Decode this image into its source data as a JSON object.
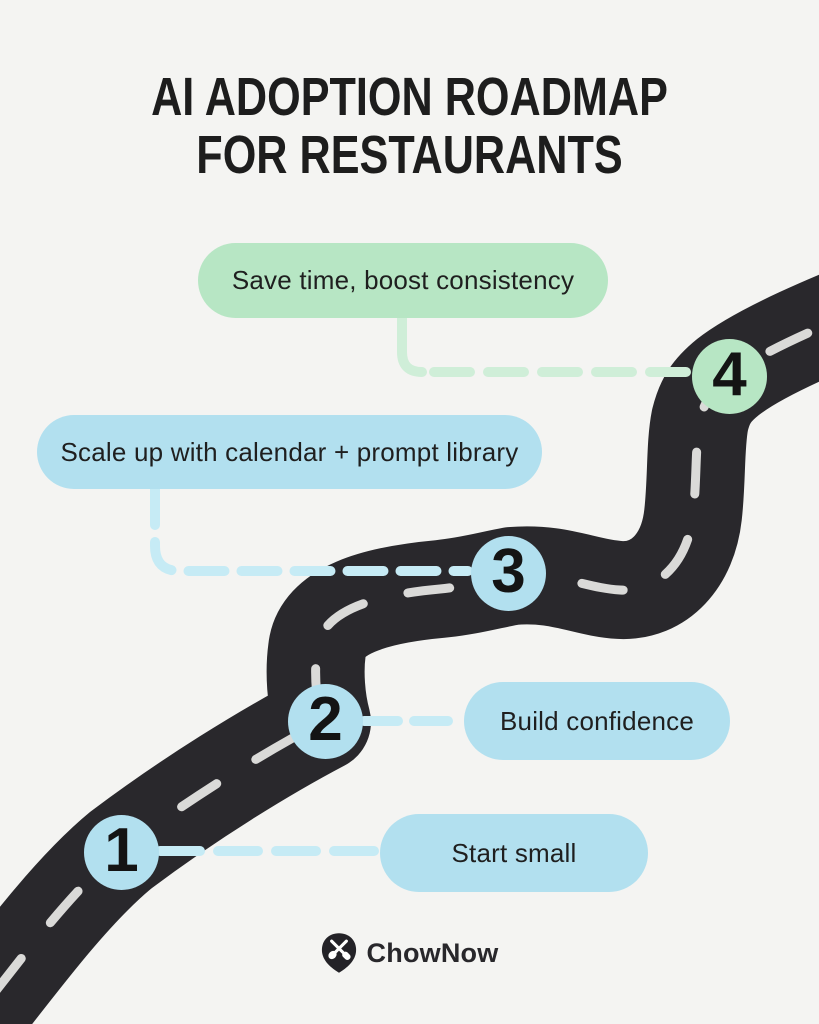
{
  "title": {
    "line1": "AI ADOPTION ROADMAP",
    "line2": "FOR RESTAURANTS"
  },
  "steps": [
    {
      "number": "1",
      "label": "Start small"
    },
    {
      "number": "2",
      "label": "Build confidence"
    },
    {
      "number": "3",
      "label": "Scale up with calendar + prompt library"
    },
    {
      "number": "4",
      "label": "Save time, boost consistency"
    }
  ],
  "brand": {
    "name": "ChowNow",
    "icon": "crossed-utensils-pin-icon"
  },
  "colors": {
    "background": "#f4f4f2",
    "road": "#29282c",
    "road_center_line": "#dadad8",
    "step_blue": "#b2e0ef",
    "step_blue_dash": "#c6ebf5",
    "step_green": "#b7e6c4",
    "step_green_dash": "#cfeed8",
    "text": "#1d1d1d"
  }
}
